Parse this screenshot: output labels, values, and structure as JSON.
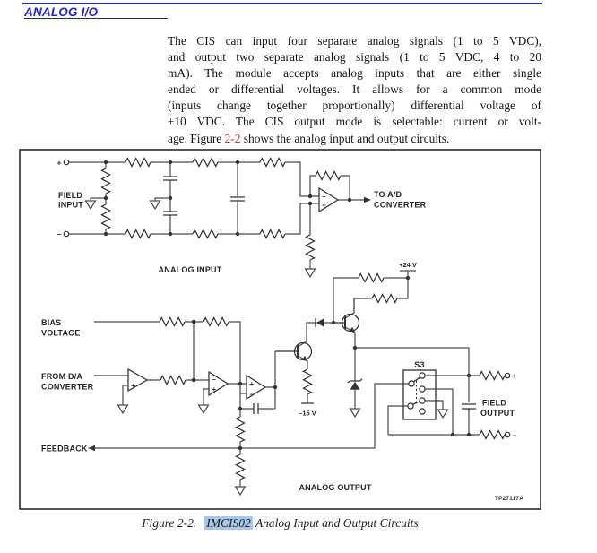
{
  "header": {
    "title": "ANALOG I/O"
  },
  "paragraph": {
    "lines": [
      "The CIS can input four separate analog signals (1 to 5 VDC),",
      "and output two separate analog signals (1 to 5 VDC, 4 to 20",
      "mA). The module accepts analog inputs that are either single",
      "ended or differential voltages. It allows for a common mode",
      "(inputs change together proportionally) differential voltage of",
      "±10 VDC. The CIS output mode is selectable: current or volt-"
    ],
    "last": {
      "pre": "age. Figure ",
      "link": "2-2",
      "post": " shows the analog input and output circuits."
    }
  },
  "caption": {
    "figure_label": "Figure 2-2.",
    "highlighted": "IMCIS02",
    "rest": "Analog Input and Output Circuits"
  },
  "colors": {
    "accent_blue": "#2323d2",
    "reference_red": "#cc2b2b",
    "search_highlight": "#a6c8e6"
  },
  "schematic": {
    "labels": {
      "field_input_l1": "FIELD",
      "field_input_l2": "INPUT",
      "analog_input": "ANALOG INPUT",
      "to_ad_l1": "TO A/D",
      "to_ad_l2": "CONVERTER",
      "plus24": "+24 V",
      "bias_l1": "BIAS",
      "bias_l2": "VOLTAGE",
      "from_da_l1": "FROM D/A",
      "from_da_l2": "CONVERTER",
      "feedback": "FEEDBACK",
      "analog_output": "ANALOG OUTPUT",
      "s3": "S3",
      "field_output_l1": "FIELD",
      "field_output_l2": "OUTPUT",
      "minus15": "–15 V",
      "part_code": "TP27117A",
      "in_plus": "+",
      "in_minus": "–",
      "out_plus": "+",
      "out_minus": "–",
      "sign_plus": "+",
      "sign_minus": "–"
    }
  }
}
